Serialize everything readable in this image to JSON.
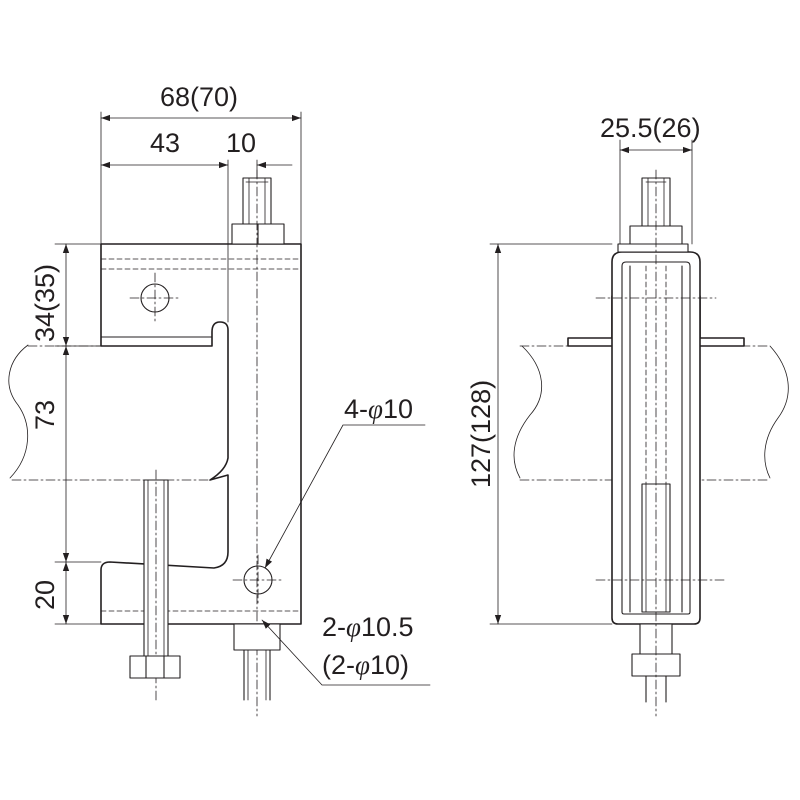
{
  "dimensions": {
    "width_total": "68(70)",
    "width_43": "43",
    "width_10": "10",
    "height_top": "34(35)",
    "height_mid": "73",
    "height_bottom": "20",
    "hole_4": "4-",
    "hole_4_val": "10",
    "hole_2": "2-",
    "hole_2_val": "10.5",
    "hole_2_alt_open": "(2-",
    "hole_2_alt_val": "10)",
    "side_width": "25.5(26)",
    "side_height": "127(128)"
  },
  "symbols": {
    "phi": "φ"
  },
  "colors": {
    "line": "#231f20",
    "background": "#ffffff"
  }
}
